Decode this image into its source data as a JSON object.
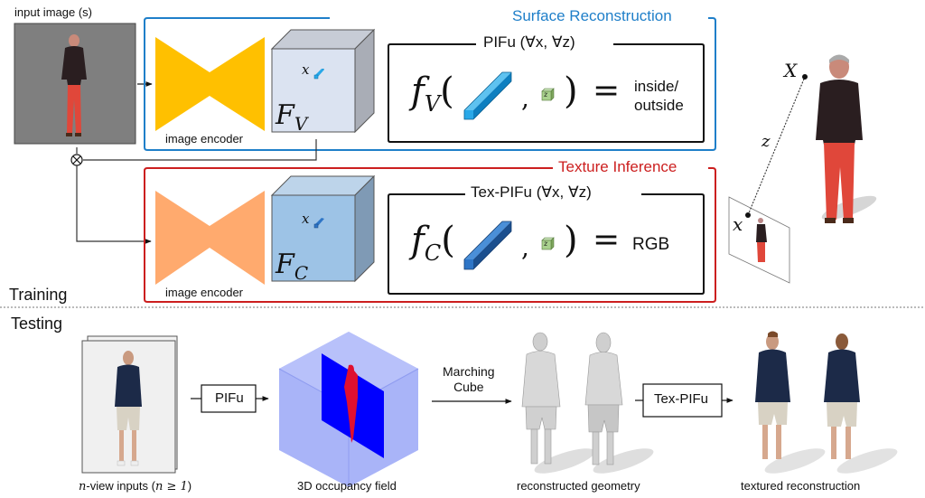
{
  "training": {
    "section_label": "Training",
    "input_label": "input image (s)",
    "surface": {
      "title": "Surface Reconstruction",
      "color": "#1f7fc9",
      "encoder_label": "image encoder",
      "encoder_color": "#ffc000",
      "feature_label": "F",
      "feature_sub": "V",
      "pixel_label": "x",
      "pifu_title": "PIFu (∀x, ∀z)",
      "func_name": "f",
      "func_sub": "V",
      "z_label": "z",
      "equals": "=",
      "output": "inside/ outside",
      "output_line1": "inside/",
      "output_line2": "outside"
    },
    "texture": {
      "title": "Texture Inference",
      "color": "#cc1f1f",
      "encoder_label": "image encoder",
      "encoder_color": "#ffaa6e",
      "feature_label": "F",
      "feature_sub": "C",
      "pixel_label": "x",
      "pifu_title": "Tex-PIFu (∀x, ∀z)",
      "func_name": "f",
      "func_sub": "C",
      "z_label": "z",
      "equals": "=",
      "output": "RGB"
    },
    "projection": {
      "point_3d": "X",
      "depth": "z",
      "point_2d": "x"
    }
  },
  "testing": {
    "section_label": "Testing",
    "steps": [
      {
        "label": "n-view inputs (n ≥ 1)",
        "label_var": "n",
        "label_rest": "-view inputs (",
        "label_cond": "n ≥ 1",
        "label_end": ")"
      },
      {
        "label": "3D occupancy field"
      },
      {
        "label": "reconstructed geometry"
      },
      {
        "label": "textured reconstruction"
      }
    ],
    "transitions": [
      {
        "label": "PIFu"
      },
      {
        "label": "Marching Cube",
        "line1": "Marching",
        "line2": "Cube"
      },
      {
        "label": "Tex-PIFu"
      }
    ]
  },
  "colors": {
    "surface_accent": "#1f7fc9",
    "texture_accent": "#cc1f1f",
    "feature_v": "#dbe3f1",
    "feature_c": "#9dc3e6",
    "pixel_bar_v": "#29a8e8",
    "pixel_bar_c": "#2e75c6",
    "z_cube": "#a9d18e",
    "occupancy_slice": "#0000ff",
    "occupancy_cube": "#a9b4f8"
  }
}
